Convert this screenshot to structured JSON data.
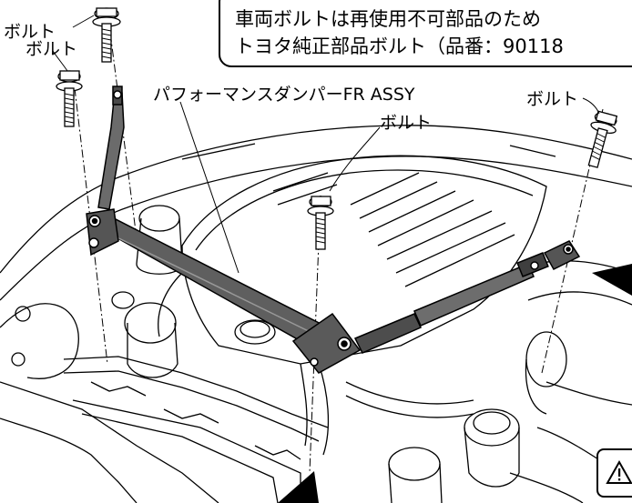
{
  "labels": {
    "bolt": "ボルト",
    "assy": "パフォーマンスダンパーFR ASSY"
  },
  "note": {
    "line1": "車両ボルトは再使用不可部品のため",
    "line2": "トヨタ純正部品ボルト（品番：90118"
  },
  "warning_icon": "warning-triangle-icon",
  "colors": {
    "line": "#000000",
    "damper": "#5a5a5a",
    "paper": "#ffffff"
  }
}
